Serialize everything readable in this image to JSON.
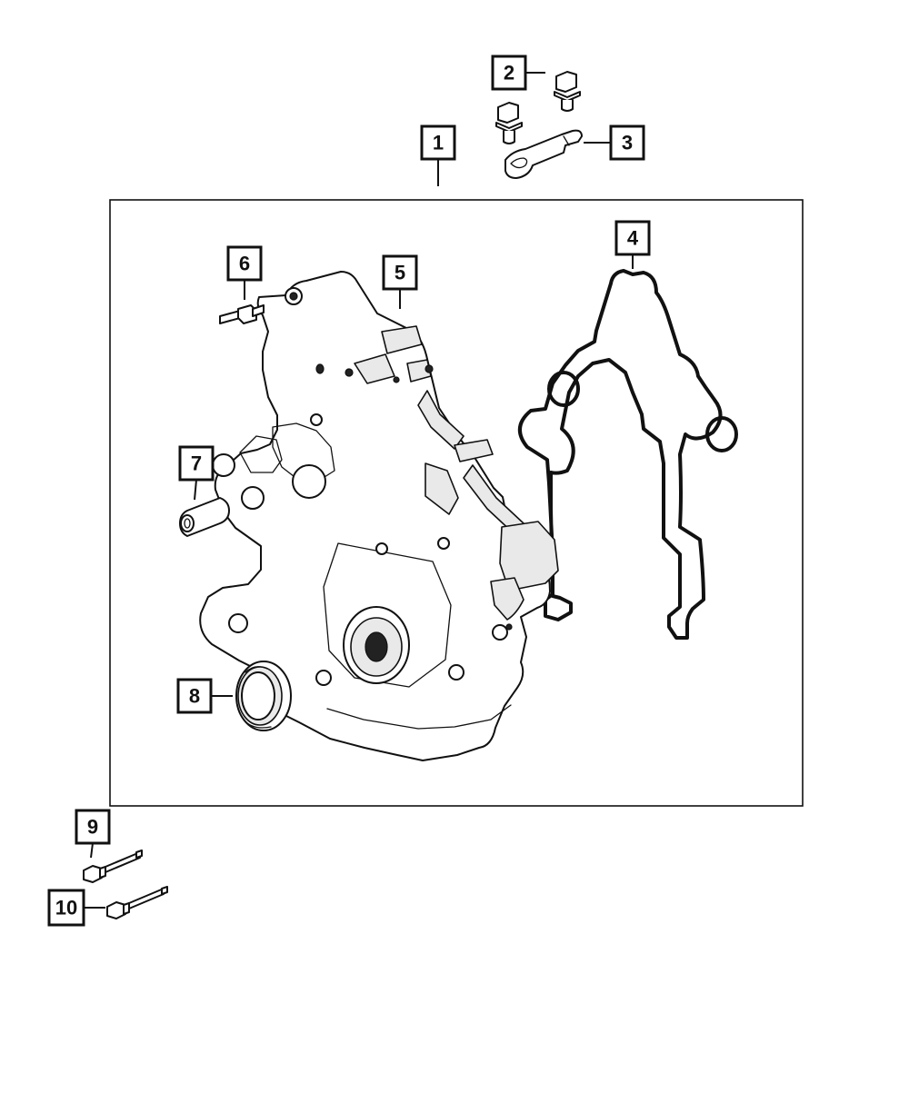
{
  "diagram": {
    "callouts": [
      {
        "id": "1",
        "label": "1"
      },
      {
        "id": "2",
        "label": "2"
      },
      {
        "id": "3",
        "label": "3"
      },
      {
        "id": "4",
        "label": "4"
      },
      {
        "id": "5",
        "label": "5"
      },
      {
        "id": "6",
        "label": "6"
      },
      {
        "id": "7",
        "label": "7"
      },
      {
        "id": "8",
        "label": "8"
      },
      {
        "id": "9",
        "label": "9"
      },
      {
        "id": "10",
        "label": "10"
      }
    ],
    "parts": [
      {
        "callout": "2",
        "icon": "hex-flange-bolt-icon"
      },
      {
        "callout": "3",
        "icon": "bracket-icon"
      },
      {
        "callout": "4",
        "icon": "gasket-icon"
      },
      {
        "callout": "5",
        "icon": "timing-cover-icon"
      },
      {
        "callout": "6",
        "icon": "stud-icon"
      },
      {
        "callout": "7",
        "icon": "dowel-sleeve-icon"
      },
      {
        "callout": "8",
        "icon": "crankshaft-seal-icon"
      },
      {
        "callout": "9",
        "icon": "long-bolt-icon"
      },
      {
        "callout": "10",
        "icon": "long-bolt-icon"
      }
    ],
    "colors": {
      "line": "#111111",
      "background": "#ffffff"
    }
  }
}
